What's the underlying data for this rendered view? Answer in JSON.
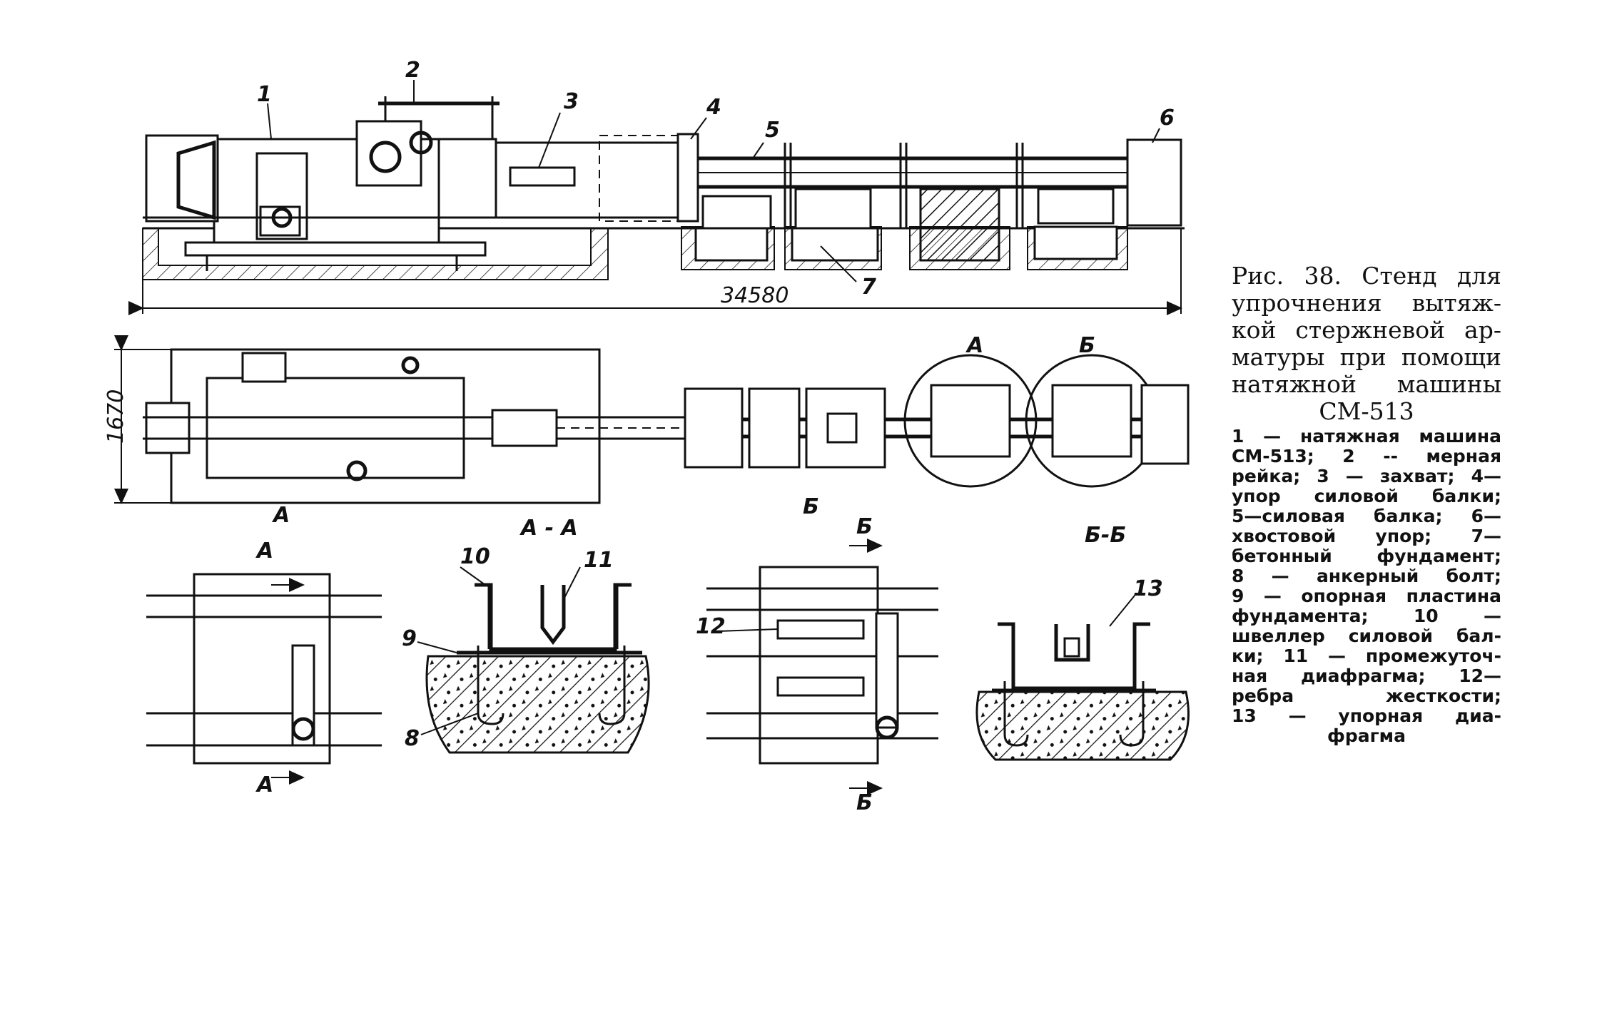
{
  "figure": {
    "caption_title_lines": [
      "Рис. 38. Стенд для",
      "упрочнения вытяж-",
      "кой стержневой ар-",
      "матуры при помощи",
      "натяжной машины"
    ],
    "caption_title_last": "СМ-513",
    "legend_lines": [
      "1 — натяжная машина",
      "СМ-513; 2 -- мерная",
      "рейка; 3 — захват; 4—",
      "упор силовой балки;",
      "5—силовая балка; 6—",
      "хвостовой упор; 7—",
      "бетонный фундамент;",
      "8 — анкерный болт;",
      "9 — опорная пластина",
      "фундамента; 10 —",
      "швеллер силовой бал-",
      "ки; 11 — промежуточ-",
      "ная диафрагма; 12—",
      "ребра жесткости;",
      "13 — упорная диа-"
    ],
    "legend_last": "фрагма"
  },
  "drawing": {
    "labels": {
      "n1": "1",
      "n2": "2",
      "n3": "3",
      "n4": "4",
      "n5": "5",
      "n6": "6",
      "n7": "7",
      "n8": "8",
      "n9": "9",
      "n10": "10",
      "n11": "11",
      "n12": "12",
      "n13": "13"
    },
    "dimensions": {
      "length": "34580",
      "width": "1670"
    },
    "views": {
      "detail_a": "А",
      "detail_b": "Б",
      "section_aa": "А - А",
      "section_bb": "Б-Б",
      "circle_a": "А",
      "circle_b": "Б",
      "cut_a": "А",
      "cut_b": "Б"
    }
  }
}
